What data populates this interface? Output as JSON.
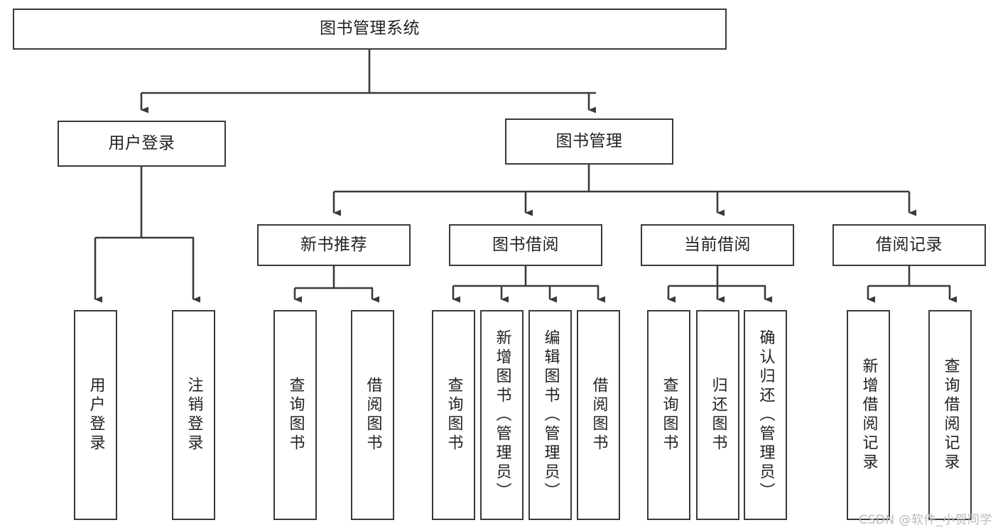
{
  "diagram": {
    "title": "图书管理系统",
    "type": "tree",
    "watermark": "CSDN @软件_小贺同学",
    "colors": {
      "border": "#3a3a3a",
      "text": "#222222",
      "background": "#ffffff",
      "watermark": "#b9b9b9"
    },
    "root": {
      "label": "图书管理系统"
    },
    "level1": [
      {
        "label": "用户登录"
      },
      {
        "label": "图书管理"
      }
    ],
    "level2": [
      {
        "label": "新书推荐"
      },
      {
        "label": "图书借阅"
      },
      {
        "label": "当前借阅"
      },
      {
        "label": "借阅记录"
      }
    ],
    "leaves": {
      "user_login": [
        {
          "label": "用户登录"
        },
        {
          "label": "注销登录"
        }
      ],
      "new_book": [
        {
          "label": "查询图书"
        },
        {
          "label": "借阅图书"
        }
      ],
      "book_borrow": [
        {
          "label": "查询图书"
        },
        {
          "label": "新增图书（管理员）"
        },
        {
          "label": "编辑图书（管理员）"
        },
        {
          "label": "借阅图书"
        }
      ],
      "current_borrow": [
        {
          "label": "查询图书"
        },
        {
          "label": "归还图书"
        },
        {
          "label": "确认归还（管理员）"
        }
      ],
      "borrow_record": [
        {
          "label": "新增借阅记录"
        },
        {
          "label": "查询借阅记录"
        }
      ]
    }
  }
}
